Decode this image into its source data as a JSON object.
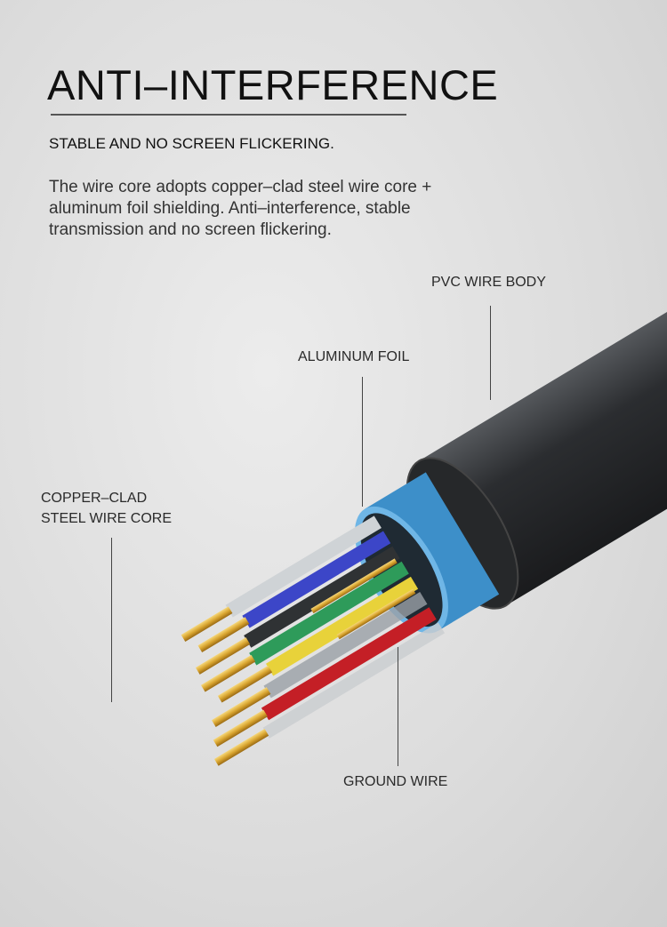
{
  "heading": {
    "title": "ANTI–INTERFERENCE",
    "subtitle": "STABLE AND NO SCREEN FLICKERING.",
    "description": "The wire core adopts copper–clad steel wire core + aluminum foil shielding. Anti–interference, stable transmission and no screen flickering."
  },
  "callouts": {
    "pvc": "PVC WIRE BODY",
    "foil": "ALUMINUM FOIL",
    "core_line1": "COPPER–CLAD",
    "core_line2": "STEEL WIRE CORE",
    "ground": "GROUND WIRE"
  },
  "colors": {
    "jacket": "#2b2d30",
    "foil": "#3d8fc9",
    "copper": "#d9a530"
  }
}
